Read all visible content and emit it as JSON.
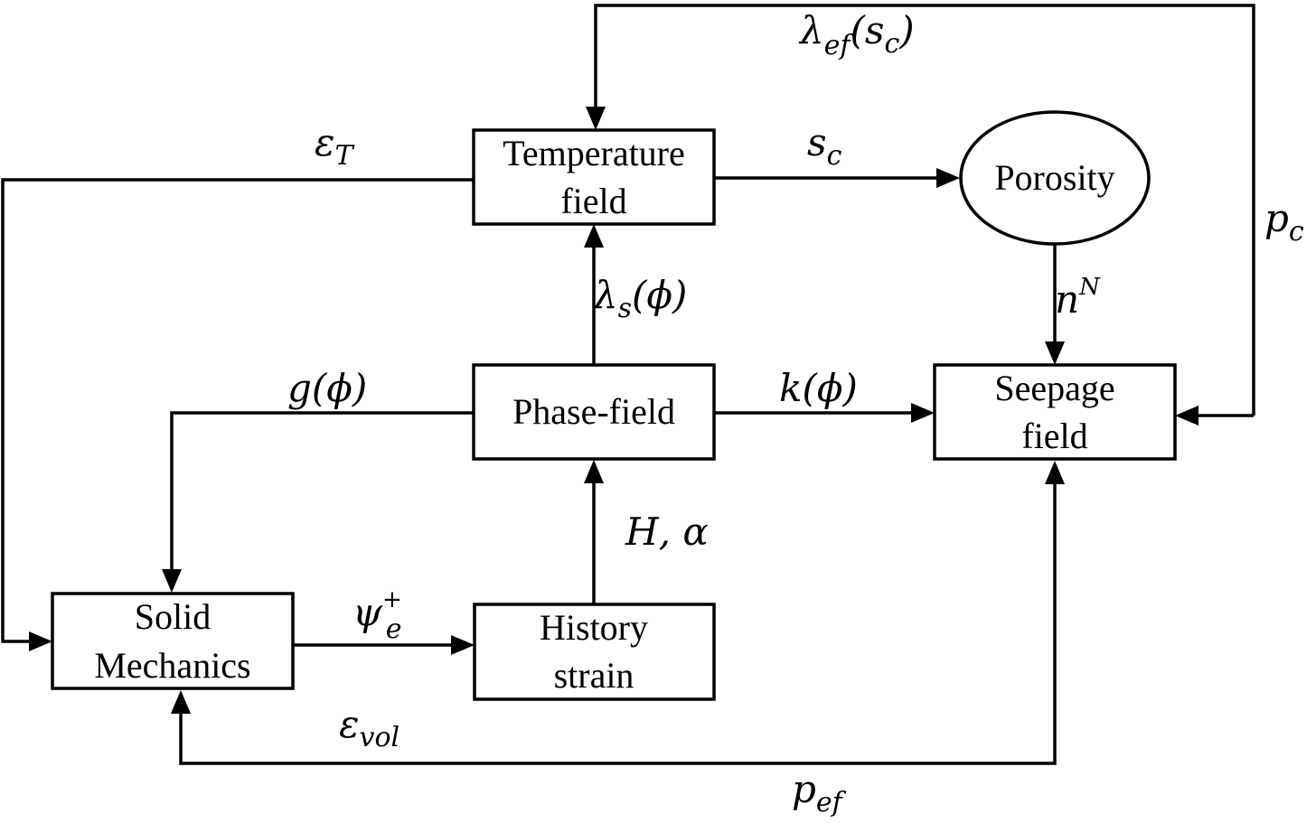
{
  "nodes": {
    "temperature": {
      "line1": "Temperature",
      "line2": "field"
    },
    "porosity": {
      "label": "Porosity"
    },
    "phase_field": {
      "label": "Phase-field"
    },
    "seepage": {
      "line1": "Seepage",
      "line2": "field"
    },
    "solid_mechanics": {
      "line1": "Solid",
      "line2": "Mechanics"
    },
    "history_strain": {
      "line1": "History",
      "line2": "strain"
    }
  },
  "edge_labels": {
    "lambda_ef": {
      "main": "λ",
      "sub": "ef",
      "rest": "(s",
      "rest_sub": "c",
      "close": ")"
    },
    "epsilon_T": {
      "main": "ε",
      "sub": "T"
    },
    "s_c": {
      "main": "s",
      "sub": "c"
    },
    "p_c": {
      "main": "p",
      "sub": "c"
    },
    "n_N": {
      "main": "n",
      "sup": "N"
    },
    "lambda_s": {
      "main": "λ",
      "sub": "s",
      "rest": "(ϕ)"
    },
    "g_phi": {
      "text": "g(ϕ)"
    },
    "k_phi": {
      "text": "k(ϕ)"
    },
    "H_alpha": {
      "text": "H, α"
    },
    "psi_e": {
      "main": "ψ",
      "sub": "e",
      "sup": "+"
    },
    "epsilon_vol": {
      "main": "ε",
      "sub": "vol"
    },
    "p_ef": {
      "main": "p",
      "sub": "ef"
    }
  }
}
